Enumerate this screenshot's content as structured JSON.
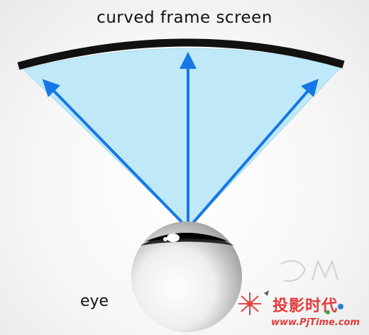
{
  "title": "curved frame screen",
  "eye_label": "eye",
  "watermark": {
    "chinese": "投影时代",
    "url": "www.PjTime.com"
  },
  "colors": {
    "screen_frame": "#111111",
    "viewing_cone": "#bfe9f8",
    "arrows": "#1677e6",
    "eyeball": "#e8e8e8",
    "pupil": "#1a1a1a",
    "watermark": "#e23b3b"
  }
}
